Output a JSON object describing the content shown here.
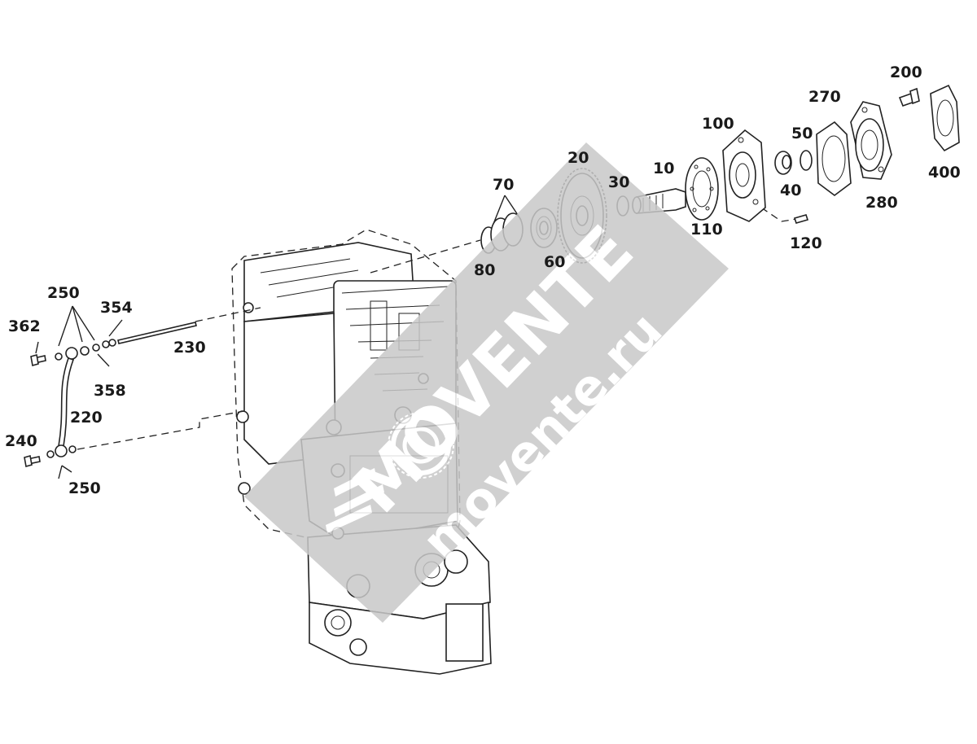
{
  "labels": {
    "l10": "10",
    "l20": "20",
    "l30": "30",
    "l40": "40",
    "l50": "50",
    "l60": "60",
    "l70": "70",
    "l80": "80",
    "l100": "100",
    "l110": "110",
    "l120": "120",
    "l200": "200",
    "l220": "220",
    "l230": "230",
    "l240": "240",
    "l250a": "250",
    "l250b": "250",
    "l270": "270",
    "l280": "280",
    "l354": "354",
    "l358": "358",
    "l362": "362",
    "l400": "400"
  },
  "watermark": {
    "brand": "MOVENTE",
    "url": "movente.ru",
    "color": "#c8c8c8"
  }
}
